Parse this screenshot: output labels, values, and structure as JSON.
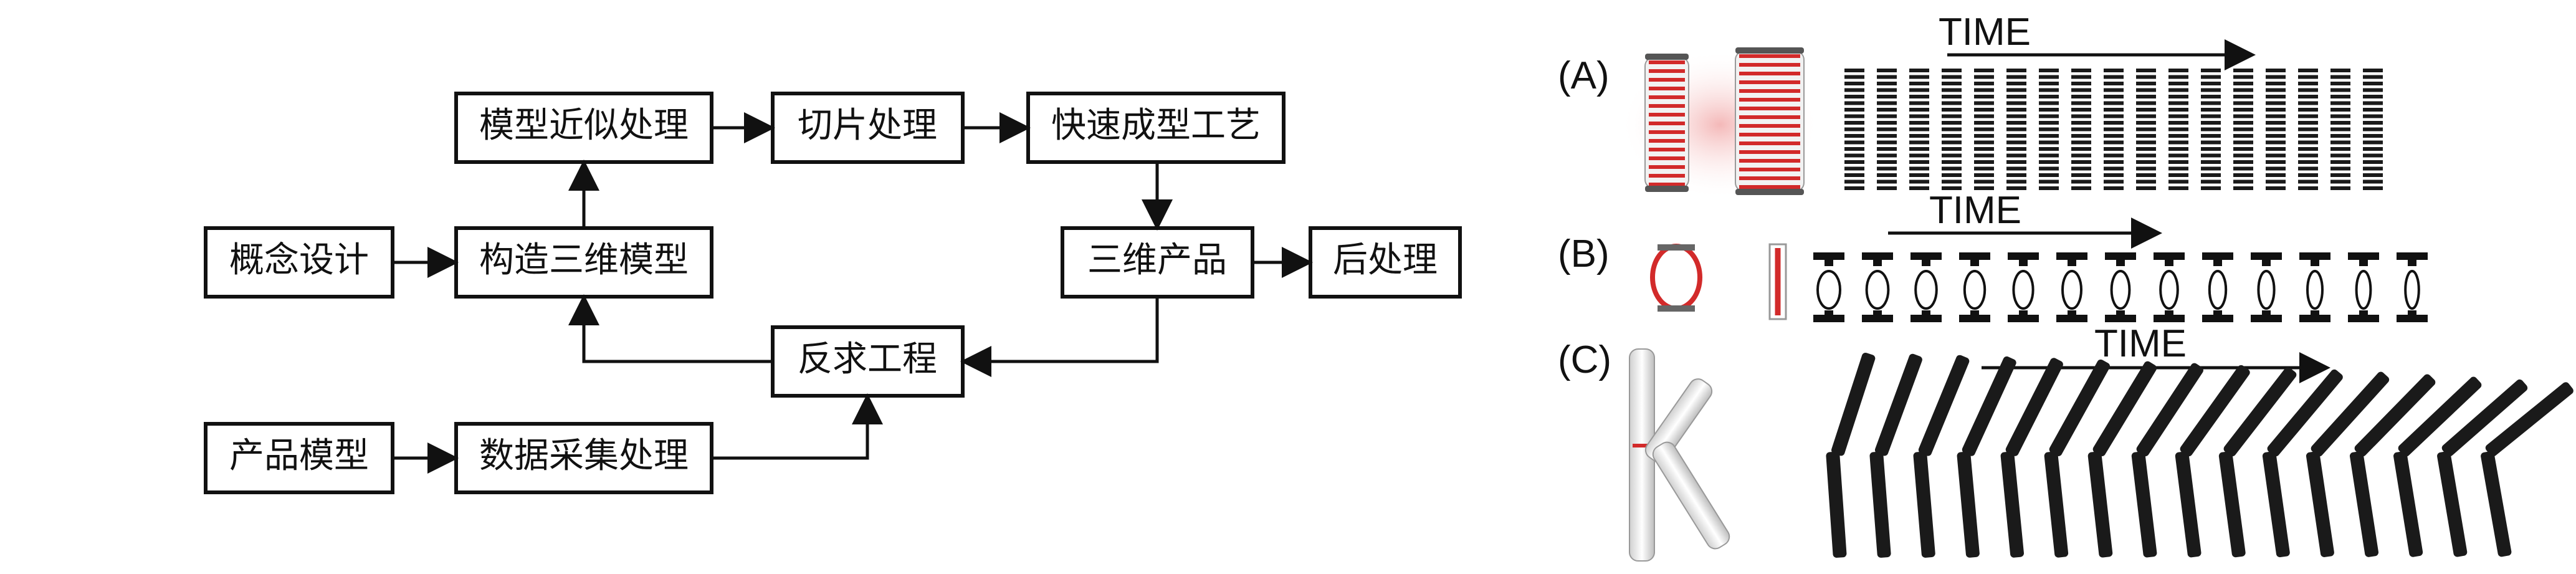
{
  "flowchart": {
    "nodes": {
      "concept": "概念设计",
      "build3d": "构造三维模型",
      "approx": "模型近似处理",
      "slice": "切片处理",
      "rapid": "快速成型工艺",
      "product3d": "三维产品",
      "post": "后处理",
      "reverse": "反求工程",
      "productModel": "产品模型",
      "dataCollect": "数据采集处理"
    }
  },
  "panels": [
    {
      "label": "(A)",
      "time": "TIME",
      "accent": "#d22a2a"
    },
    {
      "label": "(B)",
      "time": "TIME",
      "accent": "#d22a2a"
    },
    {
      "label": "(C)",
      "time": "TIME",
      "accent": "#b03030"
    }
  ]
}
